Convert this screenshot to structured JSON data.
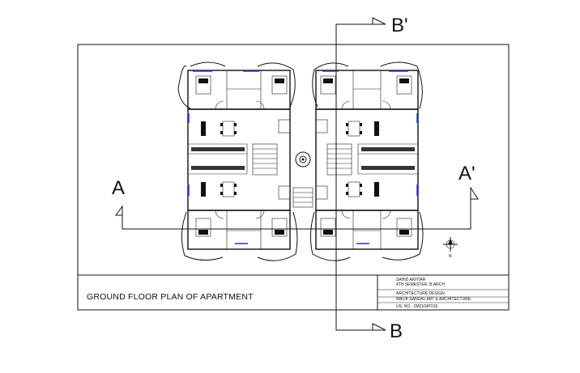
{
  "drawing": {
    "title": "GROUND FLOOR PLAN OF APARTMENT",
    "section_labels": {
      "a": "A",
      "a_prime": "A'",
      "b": "B",
      "b_prime": "B'"
    },
    "north_label": "N",
    "title_block": {
      "line1": "SAHID AKHTAR",
      "line2": "4TH SEMESTER, B.ARCH",
      "line3": "ARCHITECTURE DESIGN",
      "line4": "MALIK SANDAL ART & ARCHITECTURE",
      "line5": "US. NO - 2M210AT016"
    },
    "colors": {
      "line": "#111111",
      "accent_blue": "#2a3cff",
      "background": "#ffffff"
    }
  }
}
